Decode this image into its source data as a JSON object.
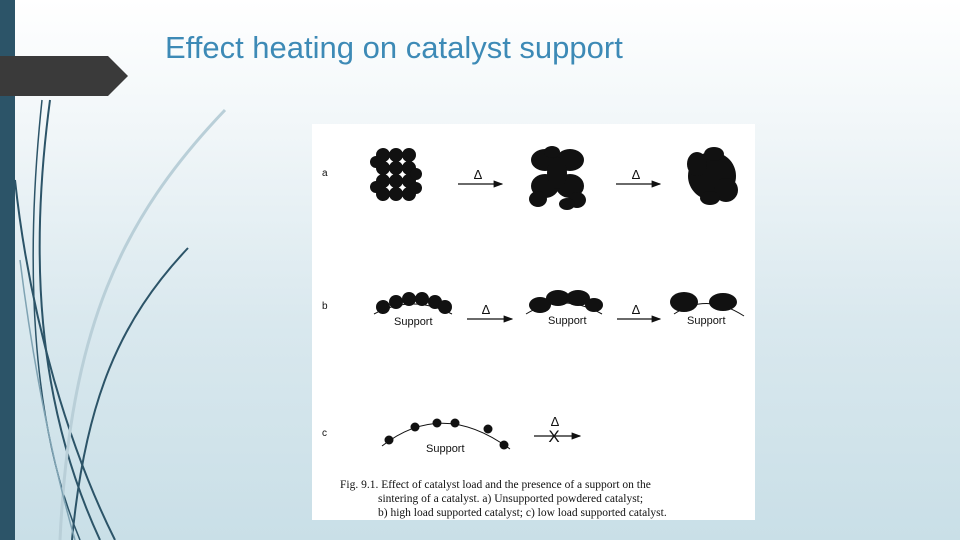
{
  "slide": {
    "title": "Effect heating on catalyst support"
  },
  "figure": {
    "rows": [
      {
        "label": "a",
        "arrows": [
          "Δ",
          "Δ"
        ],
        "supports": []
      },
      {
        "label": "b",
        "arrows": [
          "Δ",
          "Δ"
        ],
        "supports": [
          "Support",
          "Support",
          "Support"
        ]
      },
      {
        "label": "c",
        "arrows": [
          "Δ"
        ],
        "supports": [
          "Support"
        ],
        "blocked_mark": "X"
      }
    ],
    "caption": {
      "line1": "Fig. 9.1.   Effect of catalyst load and the presence of a support on the",
      "line2": "sintering of a catalyst.  a) Unsupported powdered catalyst;",
      "line3": "b) high load supported catalyst; c) low load supported catalyst."
    }
  },
  "colors": {
    "title": "#3d8ab6",
    "sidebar": "#2c5468",
    "tab": "#3a3a3a"
  }
}
